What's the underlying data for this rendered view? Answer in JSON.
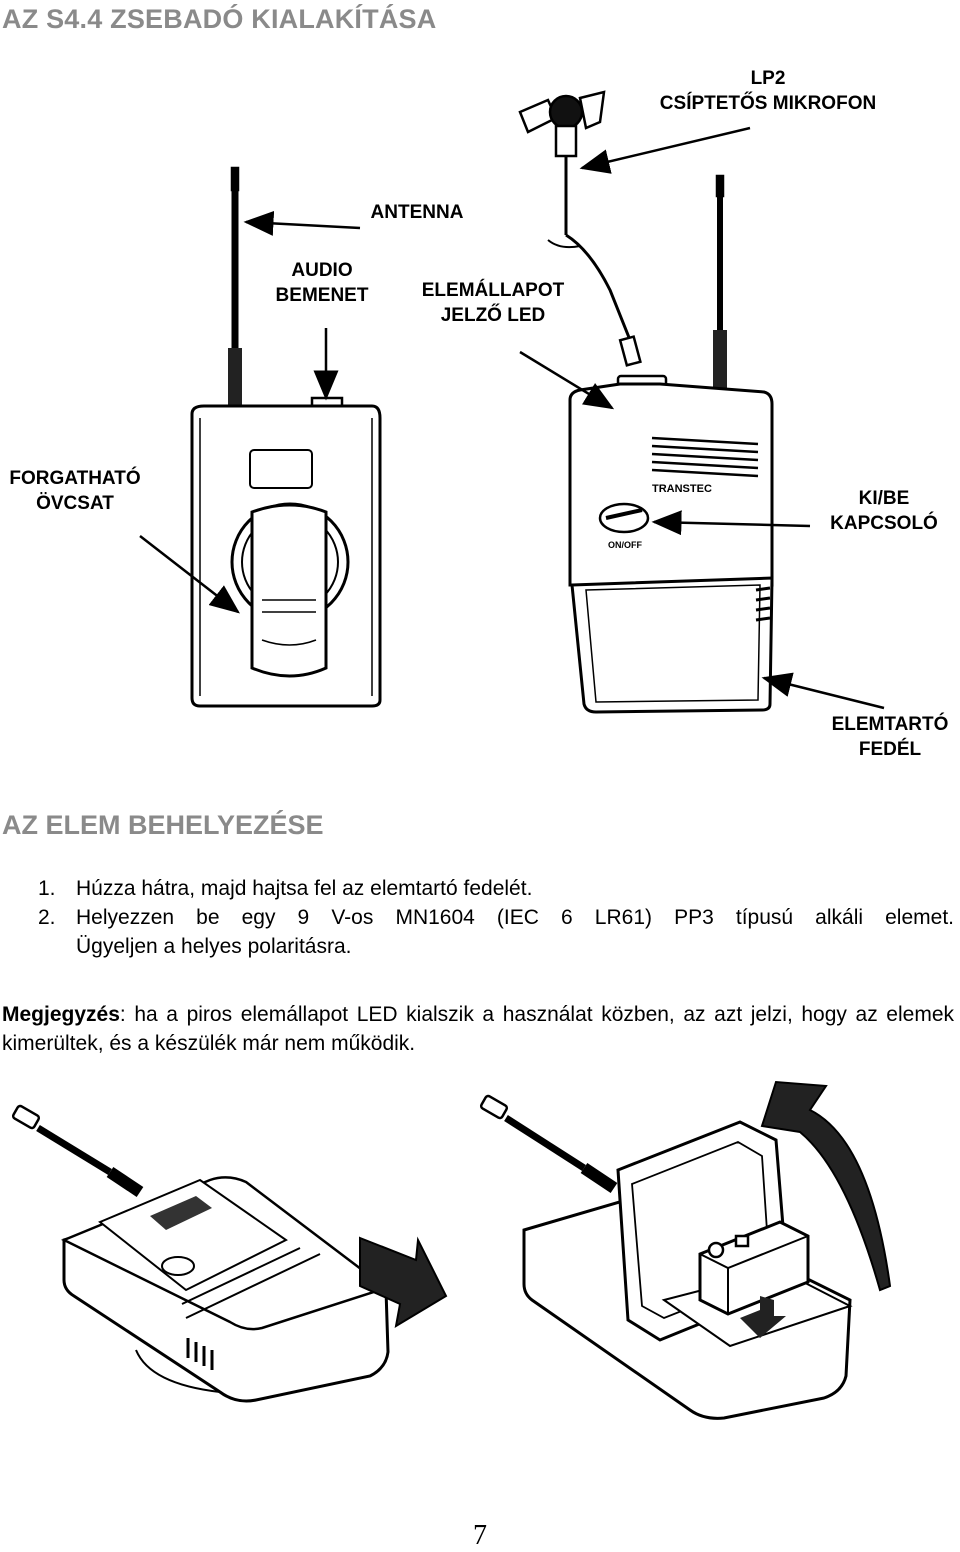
{
  "heading": "AZ S4.4 ZSEBADÓ KIALAKÍTÁSA",
  "labels": {
    "microphone": [
      "LP2",
      "CSÍPTETŐS MIKROFON"
    ],
    "antenna": [
      "ANTENNA"
    ],
    "audio_input": [
      "AUDIO",
      "BEMENET"
    ],
    "battery_led": [
      "ELEMÁLLAPOT",
      "JELZŐ LED"
    ],
    "belt_clip": [
      "FORGATHATÓ",
      "ÖVCSAT"
    ],
    "power_switch": [
      "KI/BE",
      "KAPCSOLÓ"
    ],
    "battery_cover": [
      "ELEMTARTÓ",
      "FEDÉL"
    ]
  },
  "device_text": {
    "switch_label": "ON/OFF",
    "brand": "TRANSTEC"
  },
  "battery_section": {
    "heading": "AZ ELEM BEHELYEZÉSE",
    "steps": [
      {
        "num": "1.",
        "text": "Húzza hátra, majd hajtsa fel az elemtartó fedelét."
      },
      {
        "num": "2.",
        "text": "Helyezzen be egy 9 V-os MN1604 (IEC 6 LR61) PP3 típusú alkáli elemet.",
        "text2": "Ügyeljen a helyes polaritásra."
      }
    ]
  },
  "note": {
    "label": "Megjegyzés",
    "text": ": ha a piros elemállapot LED kialszik a használat közben, az azt jelzi, hogy az elemek kimerültek, és a készülék már nem működik."
  },
  "page_number": "7"
}
